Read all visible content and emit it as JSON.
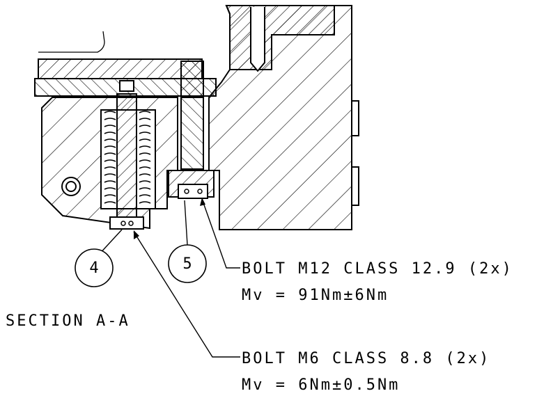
{
  "drawing": {
    "section_title": "SECTION  A-A",
    "item_4": "4",
    "item_5": "5",
    "bolt_m12": {
      "line1": "BOLT M12 CLASS 12.9 (2x)",
      "line2": "Mv = 91Nm±6Nm"
    },
    "bolt_m6": {
      "line1": "BOLT M6 CLASS 8.8 (2x)",
      "line2": "Mv = 6Nm±0.5Nm"
    }
  }
}
